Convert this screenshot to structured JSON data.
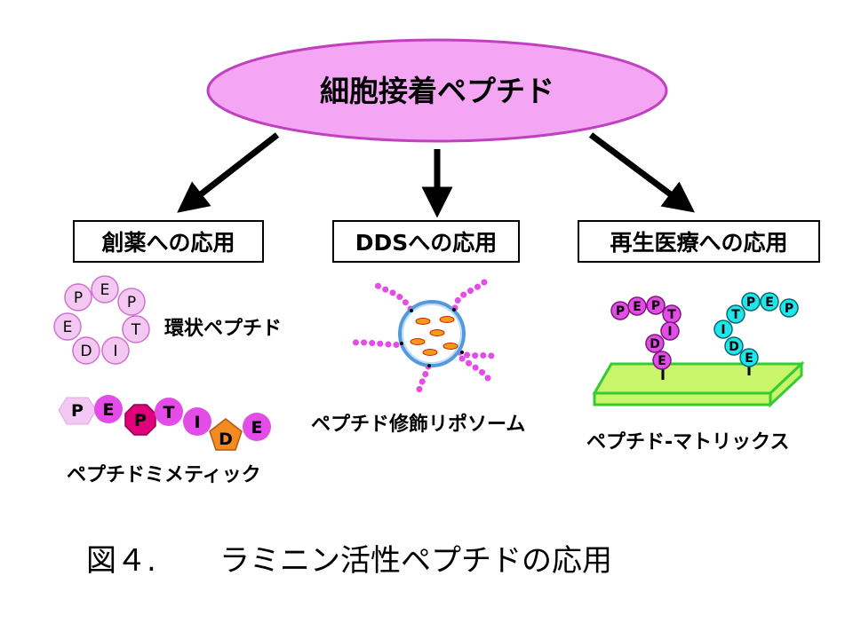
{
  "root": {
    "label": "細胞接着ペプチド"
  },
  "categories": [
    {
      "label": "創薬への応用"
    },
    {
      "label": "DDSへの応用"
    },
    {
      "label": "再生医療への応用"
    }
  ],
  "examples": {
    "cyclic": {
      "caption": "環状ペプチド",
      "letters": [
        "P",
        "E",
        "P",
        "T",
        "I",
        "D",
        "E"
      ]
    },
    "mimetic": {
      "caption": "ペプチドミメティック",
      "letters": [
        "P",
        "E",
        "P",
        "T",
        "I",
        "D",
        "E"
      ]
    },
    "liposome": {
      "caption": "ペプチド修飾リポソーム"
    },
    "matrix": {
      "caption": "ペプチド-マトリックス",
      "chain1": [
        "P",
        "E",
        "P",
        "T",
        "I",
        "D",
        "E"
      ],
      "chain2": [
        "P",
        "E",
        "P",
        "T",
        "I",
        "D",
        "E"
      ]
    }
  },
  "figure": {
    "number": "図４.",
    "title": "ラミニン活性ペプチドの応用"
  },
  "colors": {
    "ellipse_fill": "#f4a6f4",
    "ellipse_stroke": "#c040c0",
    "bead_magenta": "#e34ce6",
    "bead_light": "#f3c8f3",
    "bead_deep": "#e0007a",
    "bead_orange": "#f38b20",
    "bead_cyan": "#1ee6ea",
    "matrix_fill": "#c9f56a",
    "matrix_stroke": "#33cc33",
    "liposome_stroke": "#5599dd"
  }
}
